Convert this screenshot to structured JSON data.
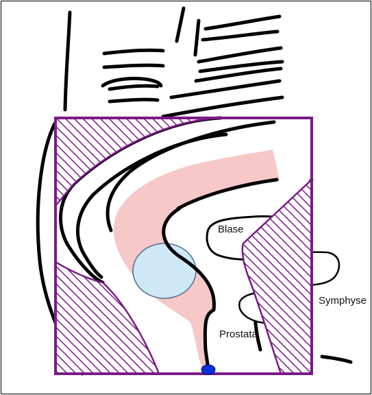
{
  "labels": {
    "bladder": "Blase",
    "symphysis": "Symphyse",
    "prostate": "Prostata"
  },
  "colors": {
    "field_outline": "#7a1a86",
    "hatch": "#7a1a86",
    "rectum_fill": "#f6c8c8",
    "tumor_fill": "#cfe8f8",
    "tumor_stroke": "#4a6f8a",
    "marker_fill": "#0a2fe0",
    "outline": "#000000"
  }
}
